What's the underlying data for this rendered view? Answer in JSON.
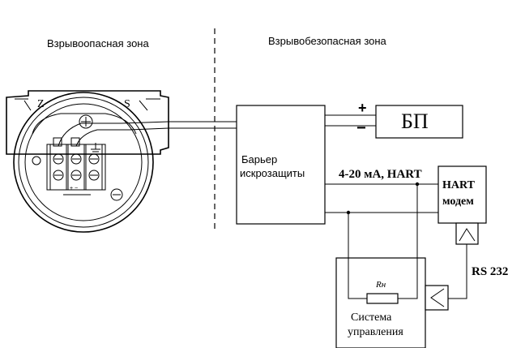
{
  "zones": {
    "hazardous": "Взрывоопасная зона",
    "safe": "Взрывобезопасная зона"
  },
  "barrier": {
    "line1": "Барьер",
    "line2": "искрозащиты"
  },
  "power_supply": {
    "label": "БП",
    "plus": "+",
    "minus": "−"
  },
  "signal_label": "4-20 мА, HART",
  "modem": {
    "line1": "HART",
    "line2": "модем"
  },
  "rs232_label": "RS 232",
  "resistor_label": "Rн",
  "control_system": {
    "line1": "Система",
    "line2": "управления"
  },
  "transmitter": {
    "left_mark": "Z",
    "right_mark": "S",
    "polarity": "+ −"
  }
}
